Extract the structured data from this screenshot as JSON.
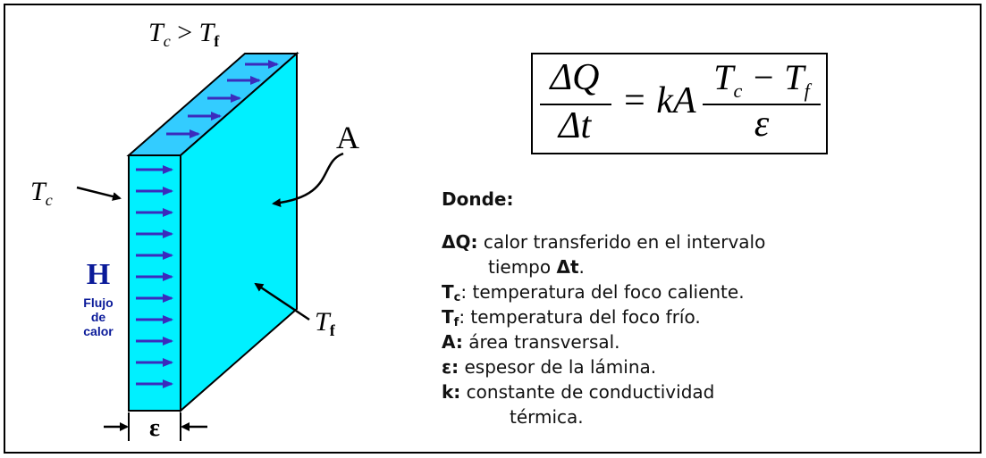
{
  "diagram": {
    "top_label_main": "T",
    "top_label_sub_c": "c",
    "top_label_op": " > ",
    "top_label_sub_f": "f",
    "left_label_main": "T",
    "left_label_sub": "c",
    "right_label_main": "T",
    "right_label_sub": "f",
    "area_label": "A",
    "flux_symbol": "H",
    "flux_line1": "Flujo",
    "flux_line2": "de",
    "flux_line3": "calor",
    "thickness_symbol": "ε",
    "colors": {
      "slab_face": "#00f0ff",
      "slab_side": "#33ccff",
      "arrow": "#3b2bbd",
      "flux_text": "#0a1a99"
    }
  },
  "formula": {
    "dQ": "ΔQ",
    "dt": "Δt",
    "equals_kA": "= kA",
    "numerator_Tc": "T",
    "numerator_c": "c",
    "numerator_minus": " − T",
    "numerator_f": "f",
    "denominator": "ε"
  },
  "legend": {
    "title": "Donde:",
    "dQ_key": "ΔQ:",
    "dQ_text": " calor transferido en el intervalo",
    "dQ_text2": "tiempo ",
    "dQ_dt": "Δt",
    "dQ_end": ".",
    "Tc_key": "T",
    "Tc_sub": "c",
    "Tc_text": ": temperatura del foco caliente.",
    "Tf_key": "T",
    "Tf_sub": "f",
    "Tf_text": ": temperatura del foco frío.",
    "A_key": "A:",
    "A_text": " área transversal.",
    "e_key": "ε:",
    "e_text": " espesor de la lámina.",
    "k_key": "k:",
    "k_text": " constante de conductividad",
    "k_text2": "térmica."
  }
}
